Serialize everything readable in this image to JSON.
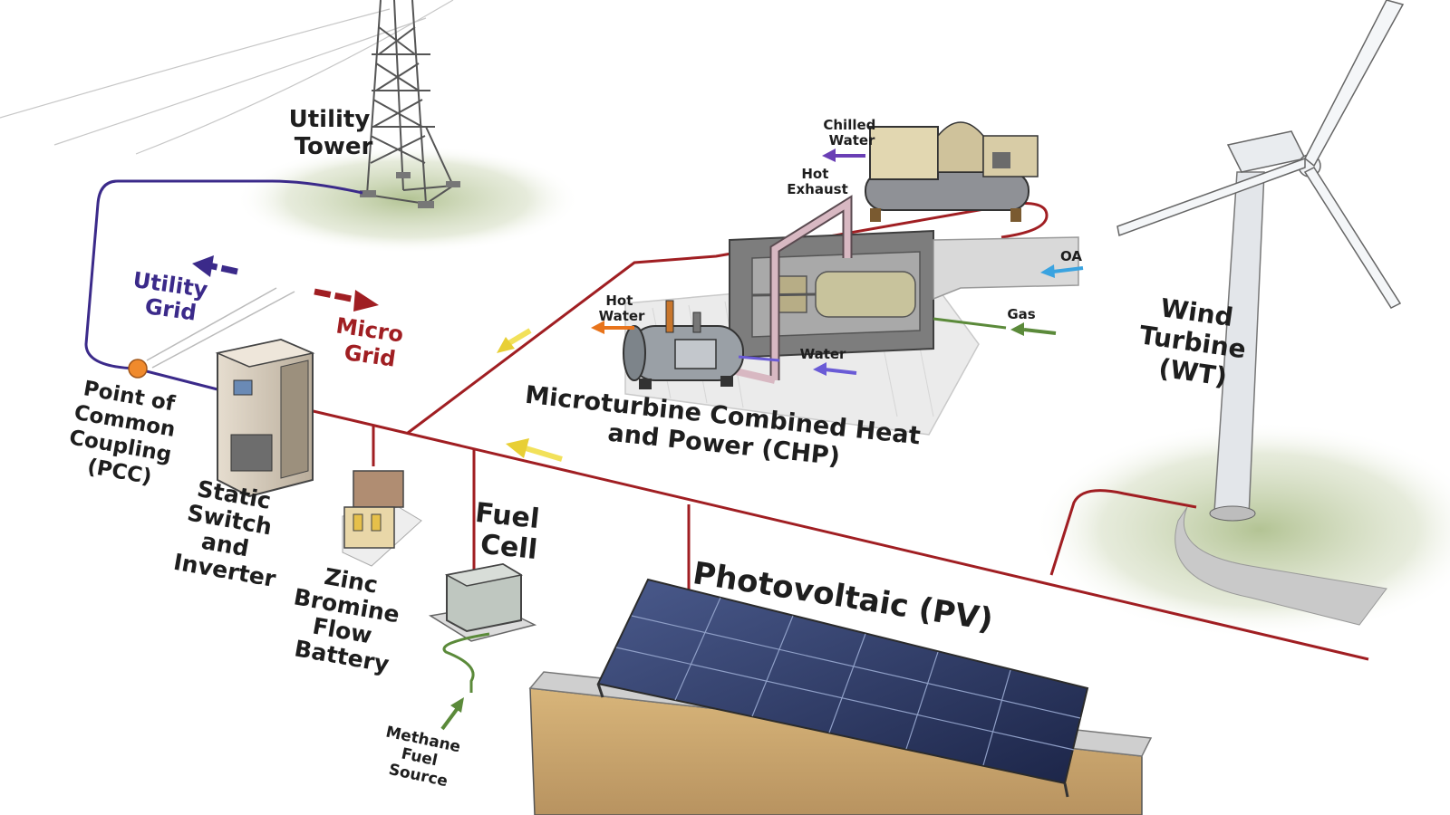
{
  "labels": {
    "utility_tower": [
      "Utility",
      "Tower"
    ],
    "utility_grid": [
      "Utility",
      "Grid"
    ],
    "micro_grid": [
      "Micro",
      "Grid"
    ],
    "pcc": [
      "Point of",
      "Common",
      "Coupling",
      "(PCC)"
    ],
    "static_switch": [
      "Static",
      "Switch",
      "and",
      "Inverter"
    ],
    "zinc_battery": [
      "Zinc",
      "Bromine",
      "Flow",
      "Battery"
    ],
    "fuel_cell": [
      "Fuel",
      "Cell"
    ],
    "methane": [
      "Methane",
      "Fuel",
      "Source"
    ],
    "chp": [
      "Microturbine Combined Heat",
      "and Power (CHP)"
    ],
    "chilled_water": [
      "Chilled",
      "Water"
    ],
    "hot_exhaust": [
      "Hot",
      "Exhaust"
    ],
    "hot_water": [
      "Hot",
      "Water"
    ],
    "water": "Water",
    "oa": "OA",
    "gas": "Gas",
    "wind_turbine": [
      "Wind",
      "Turbine",
      "(WT)"
    ],
    "pv": "Photovoltaic (PV)"
  },
  "colors": {
    "utility_line": "#3b2a8a",
    "microgrid_line": "#a01e22",
    "gas_line": "#5b8a3a",
    "chilled_arrow": "#6a3fb5",
    "hot_water_arrow": "#e8741c",
    "water_arrow": "#6a5bd6",
    "oa_arrow": "#3aa3e0",
    "heat_flow_arrow": "#f2e15a"
  }
}
